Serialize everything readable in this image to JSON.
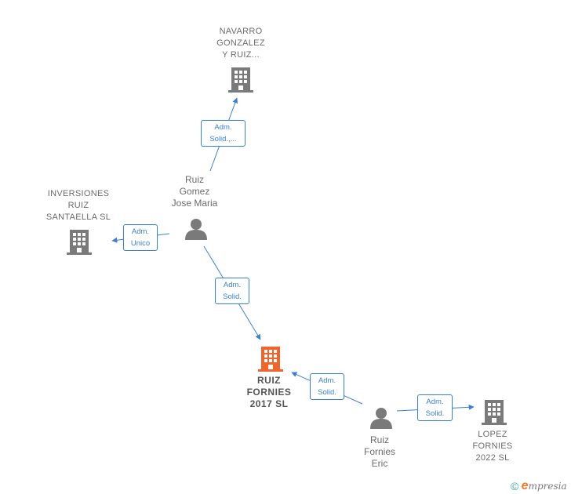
{
  "colors": {
    "edge": "#3b7fd2",
    "building": "#7a7a7a",
    "building_main": "#f0642e",
    "person": "#7a7a7a",
    "text": "#6b6b6b"
  },
  "nodes": {
    "navarro": {
      "type": "company",
      "lines": [
        "NAVARRO",
        "GONZALEZ",
        "Y RUIZ..."
      ],
      "icon": "building-icon"
    },
    "inversiones": {
      "type": "company",
      "lines": [
        "INVERSIONES",
        "RUIZ",
        "SANTAELLA  SL"
      ],
      "icon": "building-icon"
    },
    "ruiz_gomez": {
      "type": "person",
      "lines": [
        "Ruiz",
        "Gomez",
        "Jose Maria"
      ],
      "icon": "person-icon"
    },
    "ruiz_fornies_2017": {
      "type": "company",
      "lines": [
        "RUIZ",
        "FORNIES",
        "2017  SL"
      ],
      "icon": "building-icon"
    },
    "ruiz_fornies_eric": {
      "type": "person",
      "lines": [
        "Ruiz",
        "Fornies",
        "Eric"
      ],
      "icon": "person-icon"
    },
    "lopez": {
      "type": "company",
      "lines": [
        "LOPEZ",
        "FORNIES",
        "2022  SL"
      ],
      "icon": "building-icon"
    }
  },
  "edges": [
    {
      "from": "ruiz_gomez",
      "to": "navarro",
      "label": [
        "Adm.",
        "Solid.,..."
      ]
    },
    {
      "from": "ruiz_gomez",
      "to": "inversiones",
      "label": [
        "Adm.",
        "Unico"
      ]
    },
    {
      "from": "ruiz_gomez",
      "to": "ruiz_fornies_2017",
      "label": [
        "Adm.",
        "Solid."
      ]
    },
    {
      "from": "ruiz_fornies_eric",
      "to": "ruiz_fornies_2017",
      "label": [
        "Adm.",
        "Solid."
      ]
    },
    {
      "from": "ruiz_fornies_eric",
      "to": "lopez",
      "label": [
        "Adm.",
        "Solid."
      ]
    }
  ],
  "branding": {
    "copyright": "©",
    "logo_initial": "e",
    "logo_rest": "mpresia"
  }
}
